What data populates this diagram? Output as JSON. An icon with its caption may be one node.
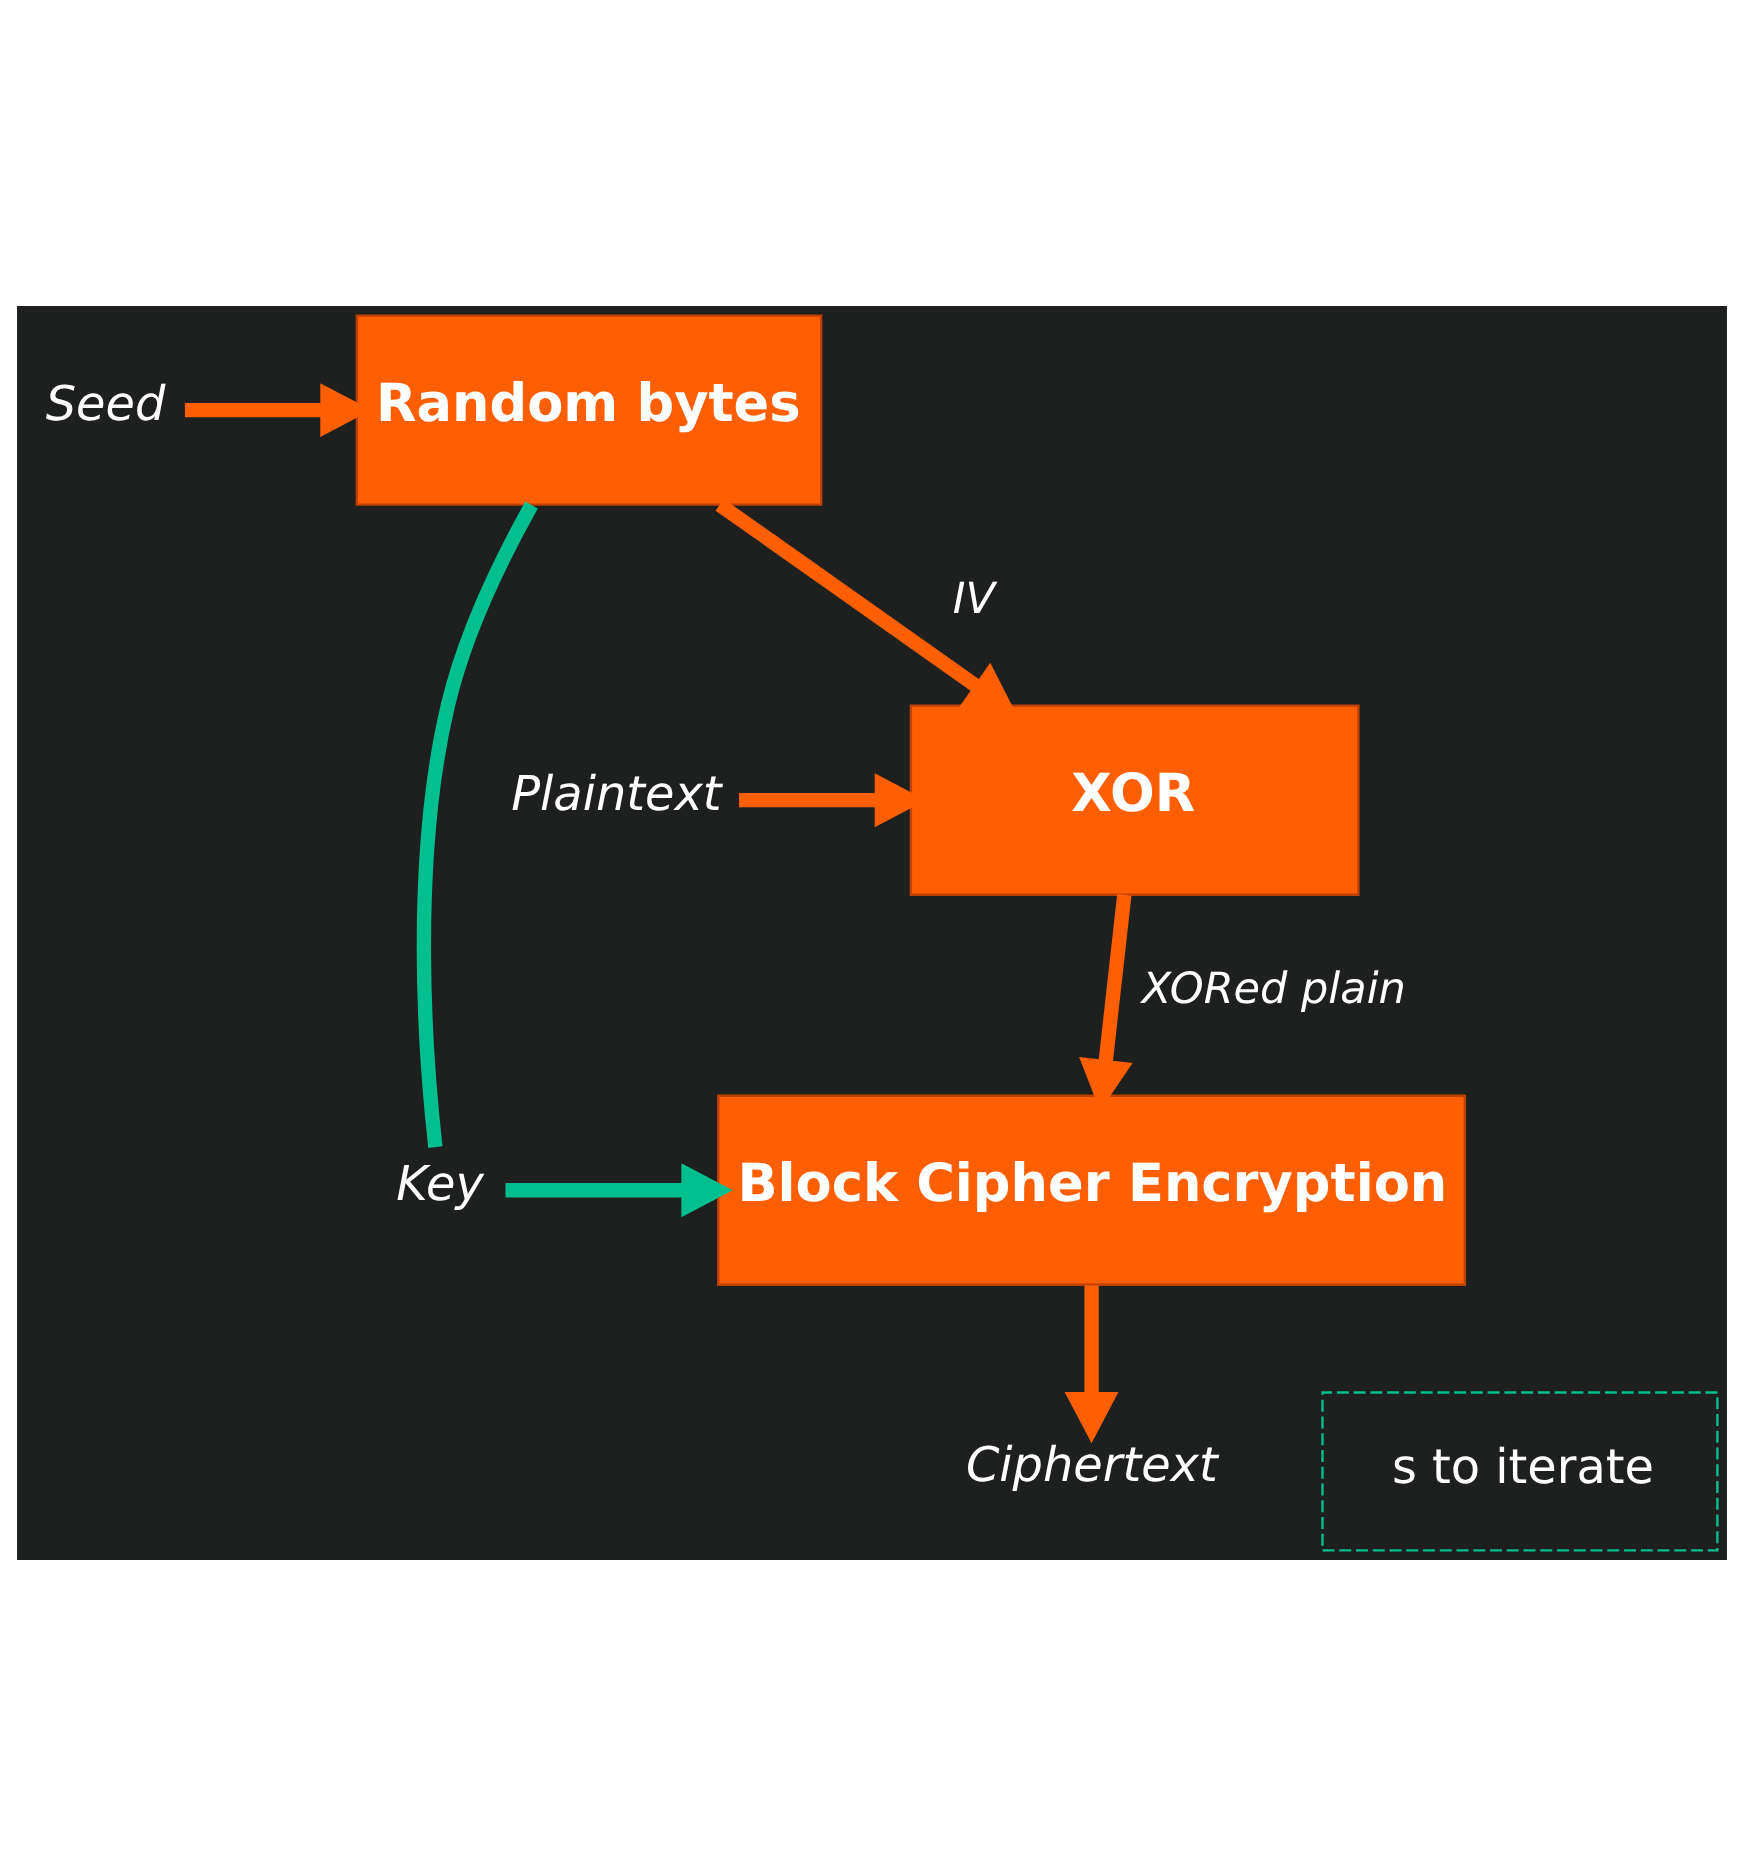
{
  "diagram": {
    "nodes": [
      {
        "text": [
          "Seed"
        ]
      },
      {
        "text": [
          "Random bytes"
        ]
      },
      {
        "text": [
          "Plaintext"
        ]
      },
      {
        "text": [
          "XOR"
        ]
      },
      {
        "text": [
          "Key"
        ]
      },
      {
        "text": [
          "Block Cipher Encryption"
        ]
      },
      {
        "text": [
          "Ciphertext"
        ]
      },
      {
        "text": [
          "s to iterate"
        ]
      }
    ],
    "edges": [
      {
        "from": 0,
        "to": 1,
        "arrow": "to"
      },
      {
        "from": 1,
        "to": 3,
        "arrow": "to",
        "label": "IV"
      },
      {
        "from": 2,
        "to": 3,
        "arrow": "to"
      },
      {
        "from": 3,
        "to": 5,
        "arrow": "to",
        "label": "XORed plain"
      },
      {
        "from": 1,
        "to": 4,
        "arrow": "none",
        "color": "#00bf8f"
      },
      {
        "from": 4,
        "to": 5,
        "arrow": "to",
        "color": "#00bf8f"
      },
      {
        "from": 5,
        "to": 6,
        "arrow": "to"
      }
    ]
  }
}
